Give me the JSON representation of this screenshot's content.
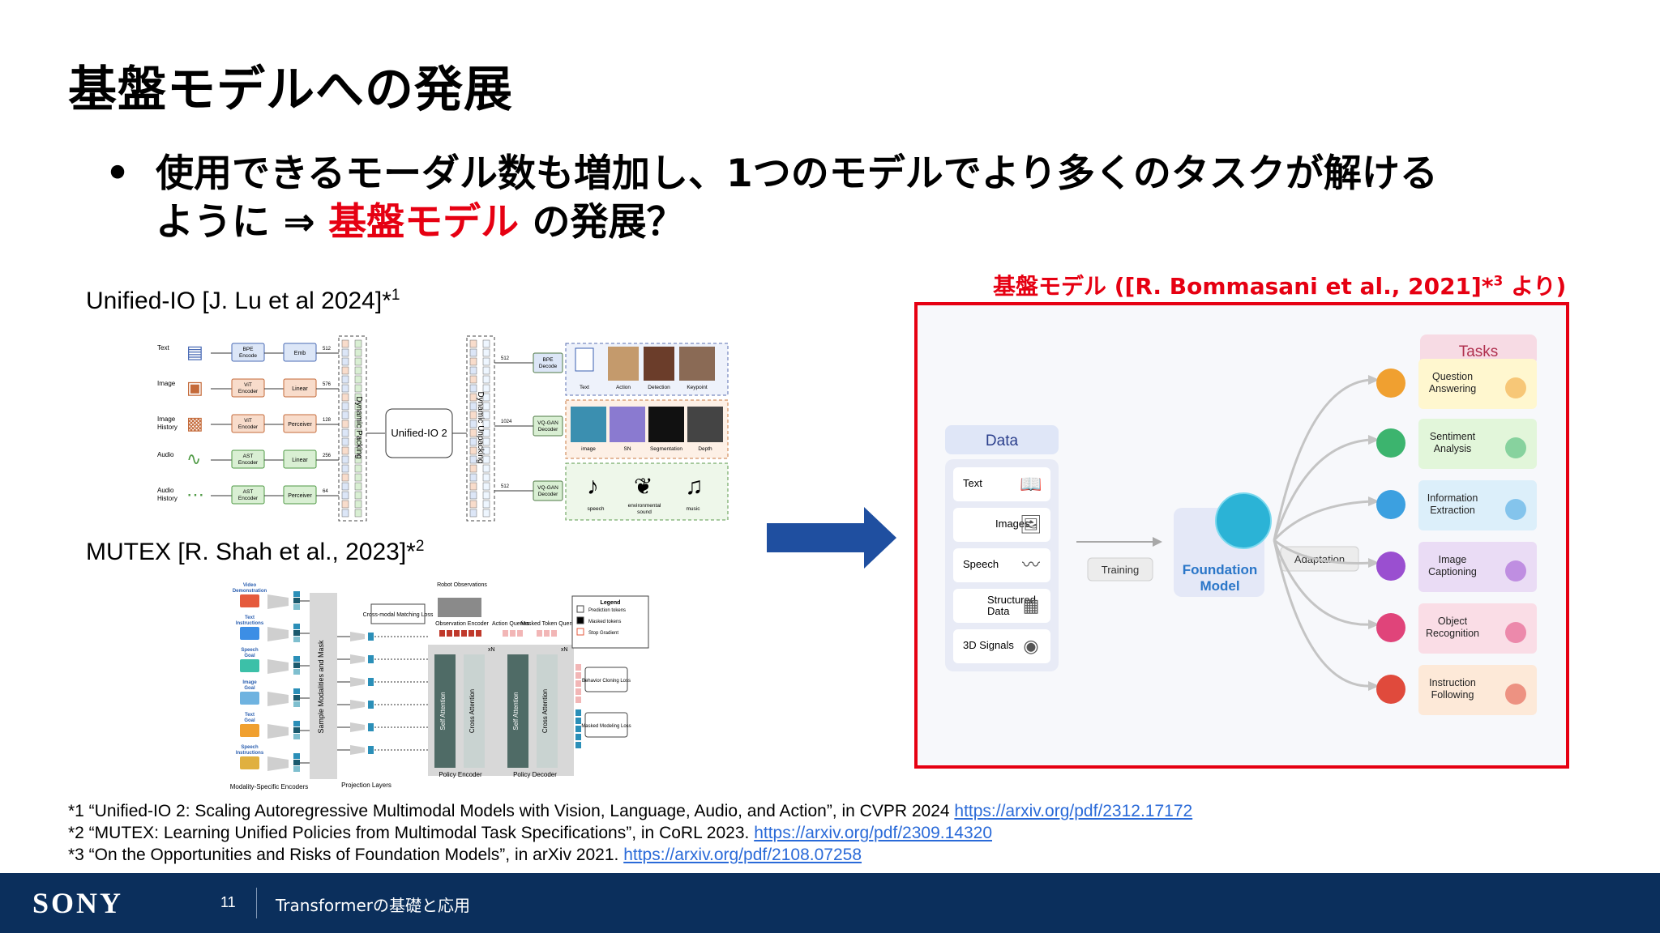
{
  "slide": {
    "title": "基盤モデルへの発展",
    "bullet_marker": "•",
    "bullet_line1": "使用できるモーダル数も増加し、1つのモデルでより多くのタスクが解ける",
    "bullet_line2_pre": "ように ⇒ ",
    "bullet_line2_red": "基盤モデル",
    "bullet_line2_post": " の発展？"
  },
  "unified_io": {
    "label": "Unified-IO [J. Lu et al 2024]*",
    "label_sup": "1",
    "inputs": [
      "Text",
      "Image",
      "Image History",
      "Audio",
      "Audio History"
    ],
    "encoders": [
      "BPE Encode",
      "ViT Encoder",
      "ViT Encoder",
      "AST Encoder",
      "AST Encoder"
    ],
    "projections": [
      "Emb",
      "Linear",
      "Perceiver",
      "Linear",
      "Perceiver"
    ],
    "dims_in": [
      "512",
      "576",
      "128",
      "256",
      "64"
    ],
    "packing": "Dynamic Packing",
    "core": "Unified-IO 2",
    "unpacking": "Dynamic Unpacking",
    "dims_out": [
      "512",
      "1024",
      "512"
    ],
    "decoders": [
      "BPE Decode",
      "VQ-GAN Decoder",
      "VQ-GAN Decoder"
    ],
    "out_row1": [
      "Text",
      "Action",
      "Detection",
      "Keypoint"
    ],
    "out_row2": [
      "image",
      "SN",
      "Segmentation",
      "Depth"
    ],
    "out_row3": [
      "speech",
      "environmental sound",
      "music"
    ]
  },
  "mutex": {
    "label": "MUTEX [R. Shah et al., 2023]*",
    "label_sup": "2",
    "inputs": [
      "Video Demonstration",
      "Text Instructions",
      "Speech Goal",
      "Image Goal",
      "Text Goal",
      "Speech Instructions"
    ],
    "encoders_label": "Modality-Specific Encoders",
    "sample_label": "Sample Modalities and Mask",
    "projection_label": "Projection Layers",
    "cross_modal": "Cross-modal Matching Loss",
    "robot_obs": "Robot Observations",
    "obs_encoder": "Observation Encoder",
    "action_queries": "Action Queries",
    "masked_queries": "Masked Token Queries",
    "self_attention": "Self Attention",
    "cross_attention": "Cross Attention",
    "xn": "xN",
    "policy_encoder": "Policy Encoder",
    "policy_decoder": "Policy Decoder",
    "behavior_loss": "Behavior Cloning Loss",
    "masked_loss": "Masked Modeling Loss",
    "legend_title": "Legend",
    "legend_items": [
      "Prediction tokens",
      "Masked tokens",
      "Stop Gradient"
    ]
  },
  "foundation": {
    "title": "基盤モデル  ([R. Bommasani et al., 2021]*",
    "title_sup": "3",
    "title_post": " より)",
    "data_header": "Data",
    "data_items": [
      "Text",
      "Images",
      "Speech",
      "Structured Data",
      "3D Signals"
    ],
    "training": "Training",
    "model": "Foundation Model",
    "adaptation": "Adaptation",
    "tasks_header": "Tasks",
    "tasks": [
      "Question Answering",
      "Sentiment Analysis",
      "Information Extraction",
      "Image Captioning",
      "Object Recognition",
      "Instruction Following"
    ]
  },
  "footnotes": [
    {
      "text": "*1 “Unified-IO 2: Scaling Autoregressive Multimodal Models with Vision, Language, Audio, and Action”, in CVPR 2024 ",
      "link": "https://arxiv.org/pdf/2312.17172"
    },
    {
      "text": "*2 “MUTEX: Learning Unified Policies from Multimodal Task Specifications”, in CoRL 2023. ",
      "link": "https://arxiv.org/pdf/2309.14320"
    },
    {
      "text": "*3 “On the Opportunities and Risks of Foundation Models”, in arXiv 2021. ",
      "link": "https://arxiv.org/pdf/2108.07258"
    }
  ],
  "footer": {
    "logo": "SONY",
    "page": "11",
    "course": "Transformerの基礎と応用"
  },
  "colors": {
    "accent_red": "#e60012",
    "footer_navy": "#0b2f5c",
    "arrow_blue": "#1f4fa0",
    "link_blue": "#2a6ad8"
  }
}
